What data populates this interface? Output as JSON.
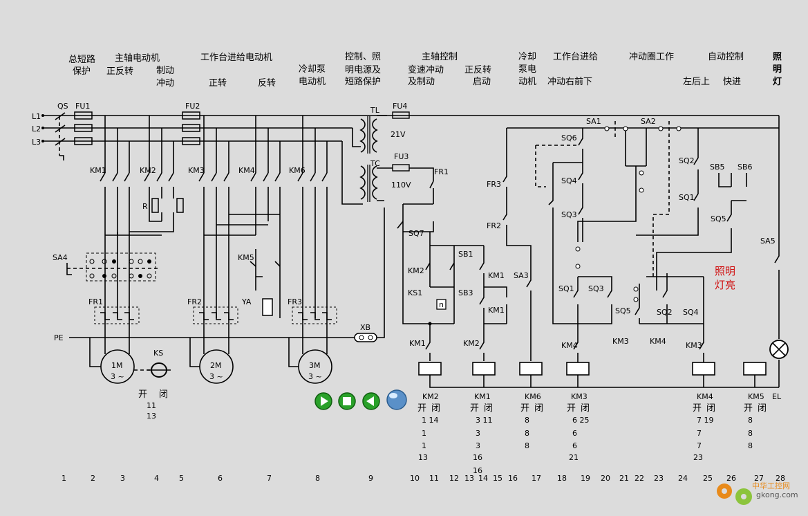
{
  "section_titles": {
    "h1": "总短路",
    "h1b": "保护",
    "h2": "主轴电动机",
    "h2a": "正反转",
    "h2b": "制动",
    "h2c": "冲动",
    "h3": "工作台进给电动机",
    "h3a": "正转",
    "h3b": "反转",
    "h4": "冷却泵",
    "h4b": "电动机",
    "h5": "控制、照",
    "h5b": "明电源及",
    "h5c": "短路保护",
    "h6": "主轴控制",
    "h6b": "变速冲动",
    "h6c": "及制动",
    "h7": "正反转",
    "h7b": "启动",
    "h8": "冷却",
    "h8b": "泵电",
    "h8c": "动机",
    "h9": "工作台进给",
    "h9b": "冲动右前下",
    "h10": "冲动圈工作",
    "h10b": "左后上",
    "h11": "自动控制",
    "h11b": "快进",
    "h12a": "照",
    "h12b": "明",
    "h12c": "灯"
  },
  "labels": {
    "L1": "L1",
    "L2": "L2",
    "L3": "L3",
    "QS": "QS",
    "FU1": "FU1",
    "FU2": "FU2",
    "FU3": "FU3",
    "FU4": "FU4",
    "TL": "TL",
    "TC": "TC",
    "v21": "21V",
    "v110": "110V",
    "KM1": "KM1",
    "KM2": "KM2",
    "KM3": "KM3",
    "KM4": "KM4",
    "KM5": "KM5",
    "KM6": "KM6",
    "R": "R",
    "SA4": "SA4",
    "FR1": "FR1",
    "FR2": "FR2",
    "FR3": "FR3",
    "YA": "YA",
    "PE": "PE",
    "KS": "KS",
    "XB": "XB",
    "M1": "1M",
    "M2": "2M",
    "M3": "3M",
    "ph": "3 ~",
    "SQ7": "SQ7",
    "SB1": "SB1",
    "SB3": "SB3",
    "KS1": "KS1",
    "n": "n",
    "SA3": "SA3",
    "SA1": "SA1",
    "SA2": "SA2",
    "SA5": "SA5",
    "SQ1": "SQ1",
    "SQ2": "SQ2",
    "SQ3": "SQ3",
    "SQ4": "SQ4",
    "SQ5": "SQ5",
    "SQ6": "SQ6",
    "SB5": "SB5",
    "SB6": "SB6",
    "EL": "EL",
    "lamp_on": "照明",
    "lamp_on2": "灯亮",
    "kai": "开",
    "bi": "闭"
  },
  "contact_tables": {
    "ks": {
      "open": "11",
      "close": "",
      "rows": [
        "13"
      ]
    },
    "km2": [
      "1 14",
      "1",
      "1",
      "13"
    ],
    "km1": [
      "3 11",
      "3",
      "3",
      "16",
      "16"
    ],
    "km6": [
      "8",
      "8",
      "8"
    ],
    "km3": [
      "6 25",
      "6",
      "6",
      "21"
    ],
    "km4": [
      "7 19",
      "7",
      "7",
      "23"
    ],
    "km5": [
      "8",
      "8",
      "8"
    ]
  },
  "column_numbers": [
    "1",
    "2",
    "3",
    "4",
    "5",
    "6",
    "7",
    "8",
    "9",
    "10",
    "11",
    "12",
    "13",
    "14",
    "15",
    "16",
    "17",
    "18",
    "19",
    "20",
    "21",
    "22",
    "23",
    "24",
    "25",
    "26",
    "27",
    "28"
  ],
  "controls": [
    "play-icon",
    "stop-icon",
    "back-icon",
    "info-icon"
  ],
  "watermark": {
    "brand": "中华工控网",
    "site": "gkong.com"
  },
  "colors": {
    "background": "#dcdcdc",
    "lamp_text": "#d01010",
    "button_green": "#2aa12a"
  }
}
